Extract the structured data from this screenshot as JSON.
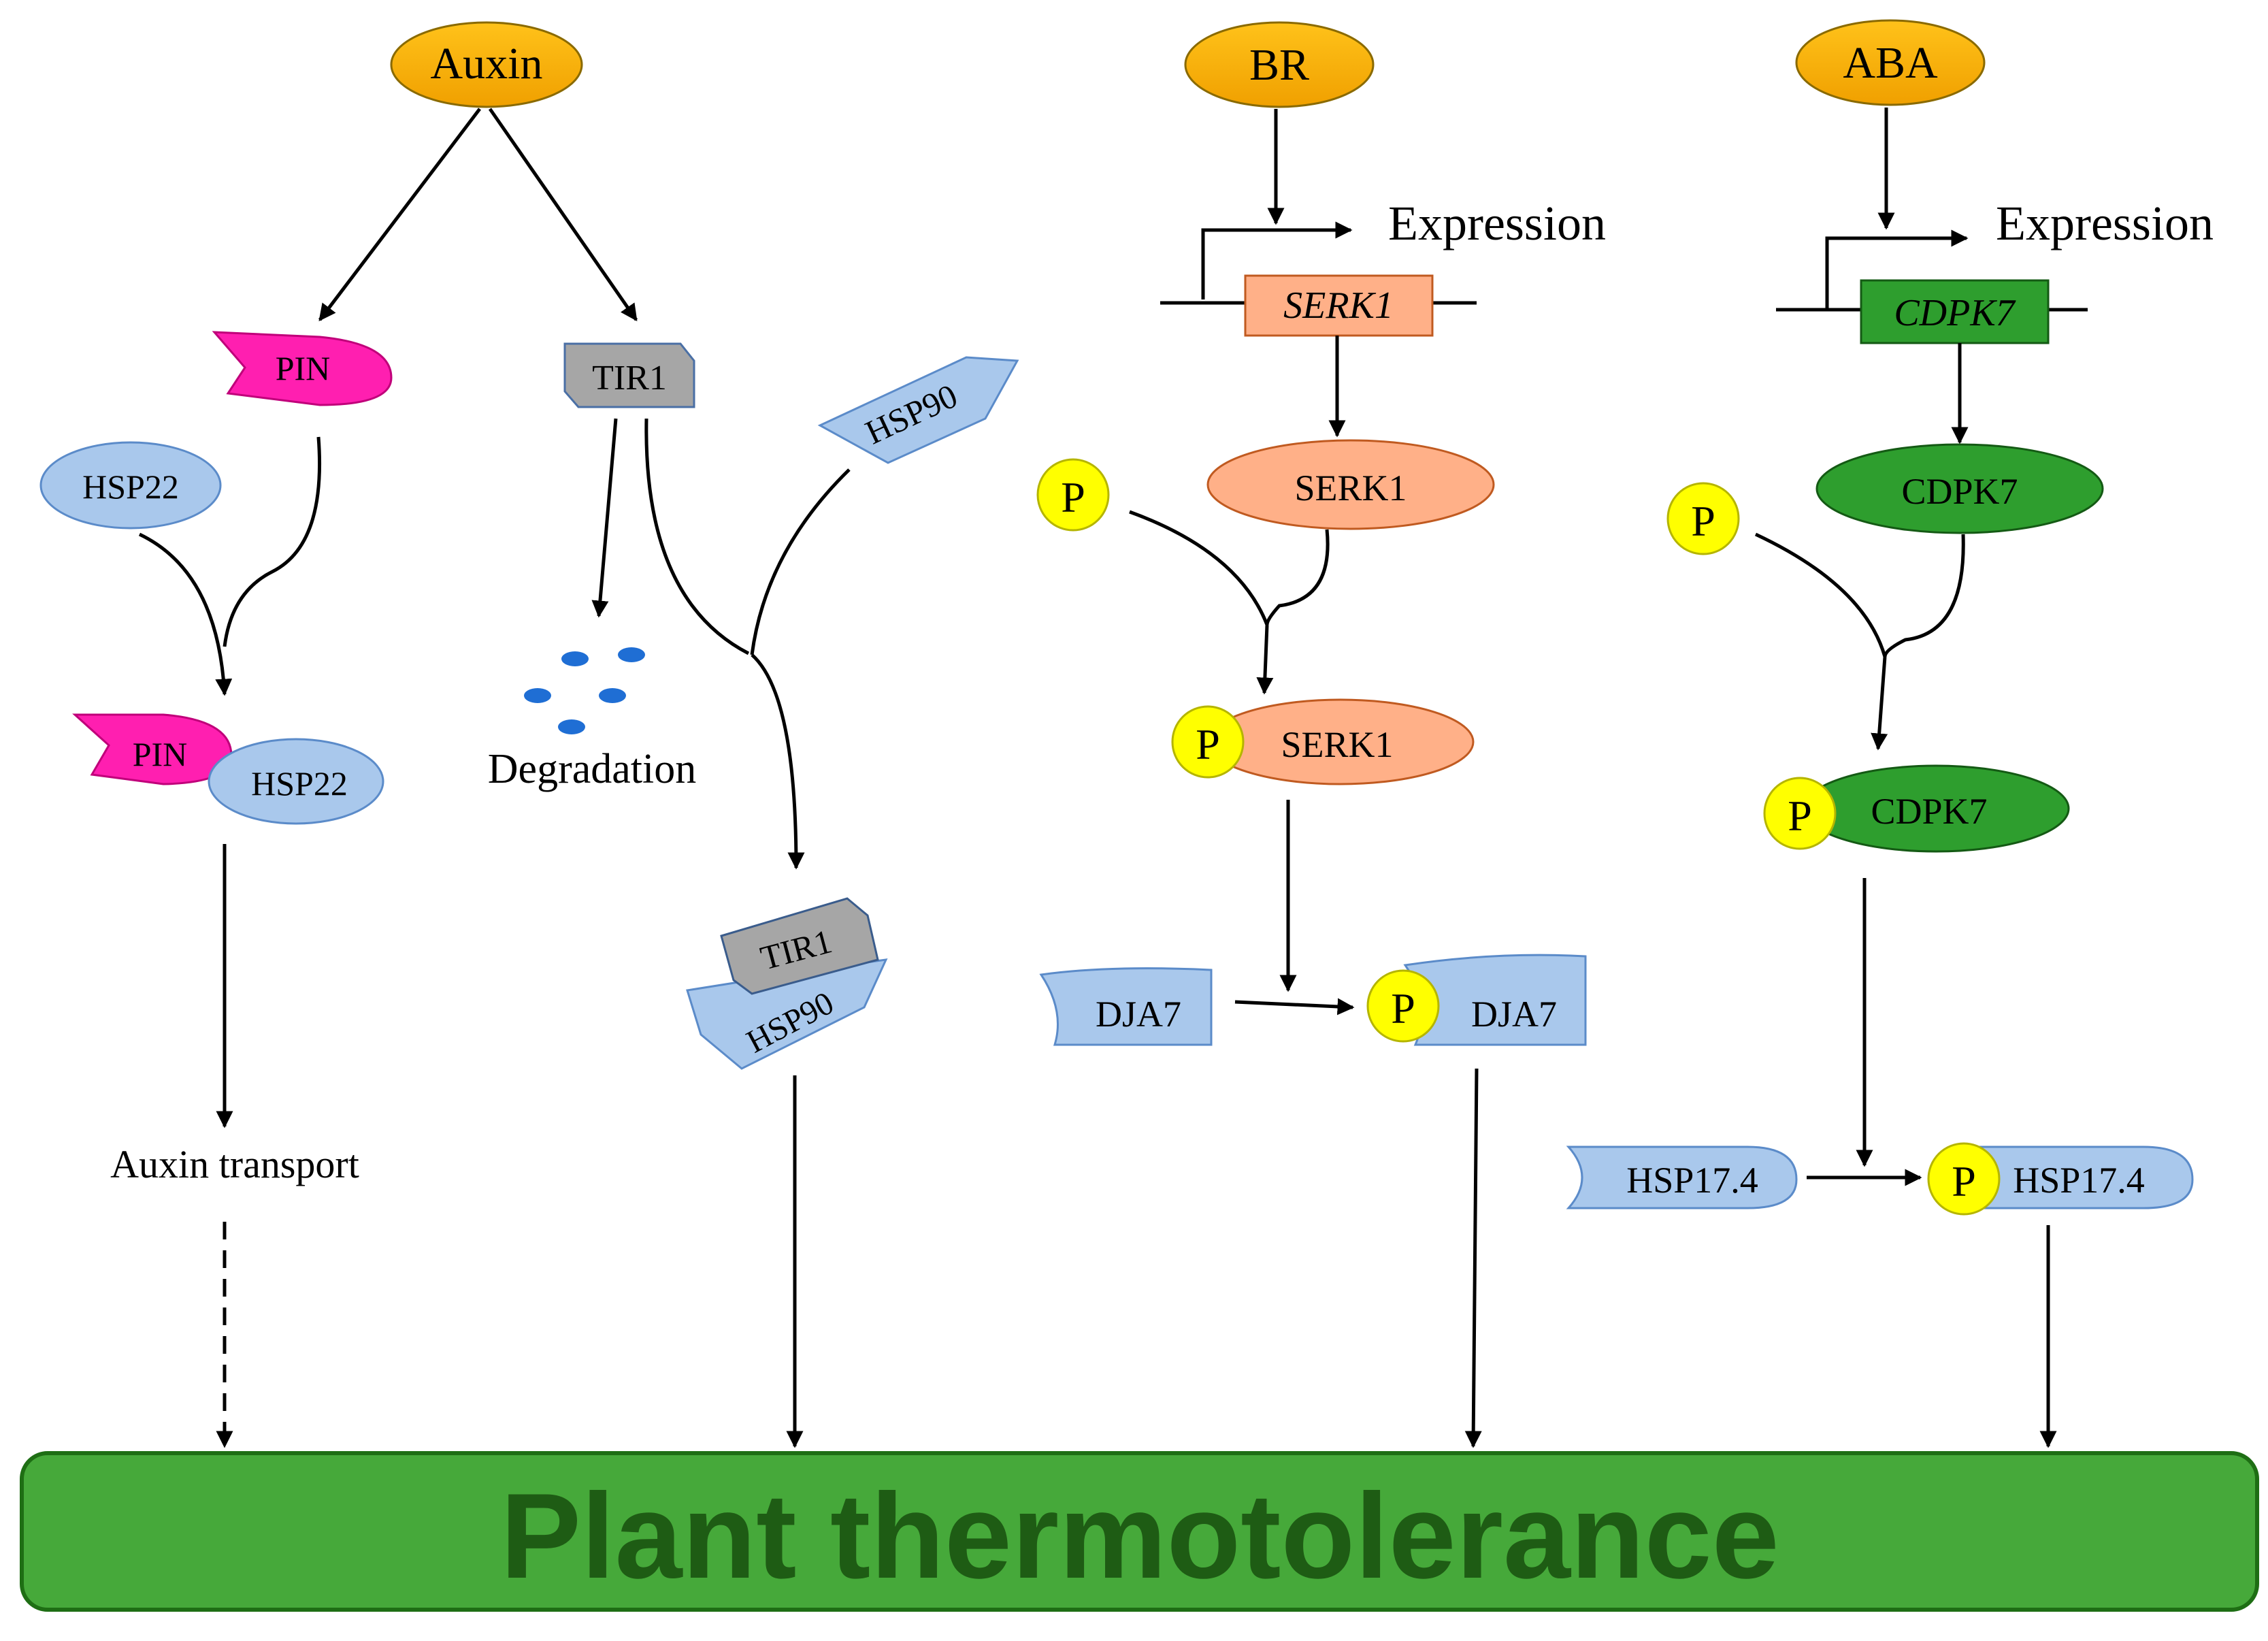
{
  "hormones": {
    "auxin": "Auxin",
    "br": "BR",
    "aba": "ABA"
  },
  "auxin_pathway": {
    "pin": "PIN",
    "tir1": "TIR1",
    "hsp22": "HSP22",
    "hsp90": "HSP90",
    "degradation": "Degradation",
    "complex_pin": "PIN",
    "complex_hsp22": "HSP22",
    "complex_tir1": "TIR1",
    "complex_hsp90": "HSP90",
    "auxin_transport": "Auxin  transport"
  },
  "br_pathway": {
    "expression": "Expression",
    "gene": "SERK1",
    "protein": "SERK1",
    "phosphate": "P",
    "p_complex_phosphate": "P",
    "p_complex_protein": "SERK1",
    "dja7": "DJA7",
    "p_dja7_phosphate": "P",
    "p_dja7": "DJA7"
  },
  "aba_pathway": {
    "expression": "Expression",
    "gene": "CDPK7",
    "protein": "CDPK7",
    "phosphate": "P",
    "p_complex_phosphate": "P",
    "p_complex_protein": "CDPK7",
    "hsp17": "HSP17.4",
    "p_hsp17_phosphate": "P",
    "p_hsp17": "HSP17.4"
  },
  "outcome": {
    "label": "Plant thermotolerance"
  },
  "colors": {
    "hormone": "#ffb300",
    "pin": "#ff1fb0",
    "hsp": "#a9c8ec",
    "tir1": "#a6a6a6",
    "serk1": "#ffb088",
    "cdpk7": "#2e9e2e",
    "phosphate": "#ffff00",
    "banner": "#46a93a",
    "banner_text": "#1e5c14",
    "dots": "#1f6ed4"
  }
}
